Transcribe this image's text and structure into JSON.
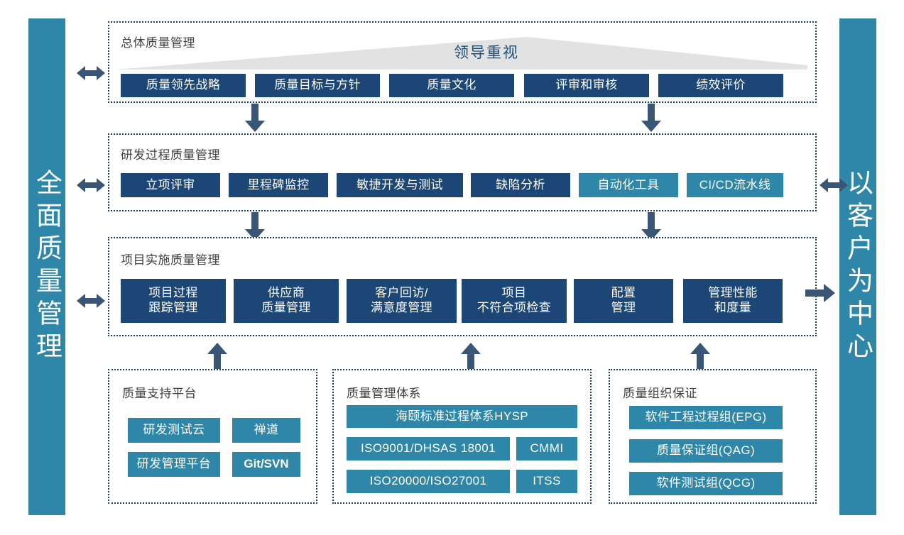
{
  "left_bar": {
    "label": "全面质量管理"
  },
  "right_bar": {
    "label": "以客户为中心"
  },
  "leadership": {
    "label": "领导重视"
  },
  "sections": {
    "overall": {
      "title": "总体质量管理",
      "items": [
        {
          "label": "质量领先战略",
          "style": "navy"
        },
        {
          "label": "质量目标与方针",
          "style": "navy"
        },
        {
          "label": "质量文化",
          "style": "navy"
        },
        {
          "label": "评审和审核",
          "style": "navy"
        },
        {
          "label": "绩效评价",
          "style": "navy"
        }
      ]
    },
    "rnd": {
      "title": "研发过程质量管理",
      "items": [
        {
          "label": "立项评审",
          "style": "navy"
        },
        {
          "label": "里程碑监控",
          "style": "navy"
        },
        {
          "label": "敏捷开发与测试",
          "style": "navy"
        },
        {
          "label": "缺陷分析",
          "style": "navy"
        },
        {
          "label": "自动化工具",
          "style": "teal"
        },
        {
          "label": "CI/CD流水线",
          "style": "teal"
        }
      ]
    },
    "project": {
      "title": "项目实施质量管理",
      "items": [
        {
          "label": "项目过程\n跟踪管理",
          "style": "navy"
        },
        {
          "label": "供应商\n质量管理",
          "style": "navy"
        },
        {
          "label": "客户回访/\n满意度管理",
          "style": "navy"
        },
        {
          "label": "项目\n不符合项检查",
          "style": "navy"
        },
        {
          "label": "配置\n管理",
          "style": "navy"
        },
        {
          "label": "管理性能\n和度量",
          "style": "navy"
        }
      ]
    },
    "platform": {
      "title": "质量支持平台",
      "items": [
        {
          "label": "研发测试云",
          "style": "teal"
        },
        {
          "label": "禅道",
          "style": "teal"
        },
        {
          "label": "研发管理平台",
          "style": "teal"
        },
        {
          "label": "Git/SVN",
          "style": "teal",
          "bold": true
        }
      ]
    },
    "system": {
      "title": "质量管理体系",
      "items": [
        {
          "label": "海颐标准过程体系HYSP",
          "style": "teal"
        },
        {
          "label": "ISO9001/DHSAS 18001",
          "style": "teal"
        },
        {
          "label": "CMMI",
          "style": "teal"
        },
        {
          "label": "ISO20000/ISO27001",
          "style": "teal"
        },
        {
          "label": "ITSS",
          "style": "teal"
        }
      ]
    },
    "organization": {
      "title": "质量组织保证",
      "items": [
        {
          "label": "软件工程过程组(EPG)",
          "style": "teal"
        },
        {
          "label": "质量保证组(QAG)",
          "style": "teal"
        },
        {
          "label": "软件测试组(QCG)",
          "style": "teal"
        },
        {
          "label": "",
          "style": "teal"
        },
        {
          "label": "",
          "style": "teal"
        }
      ]
    }
  },
  "colors": {
    "navy": "#1B4675",
    "teal": "#2E86A8",
    "arrow": "#3A5676",
    "panel_border": "#1B3C5E",
    "triangle": "#E2E2E2",
    "leader_text": "#1F4E79",
    "title_text": "#3F3F3F"
  },
  "arrows": {
    "bidirectional": "double-headed-arrow",
    "down": "down-arrow",
    "up": "up-arrow",
    "right": "right-arrow"
  }
}
